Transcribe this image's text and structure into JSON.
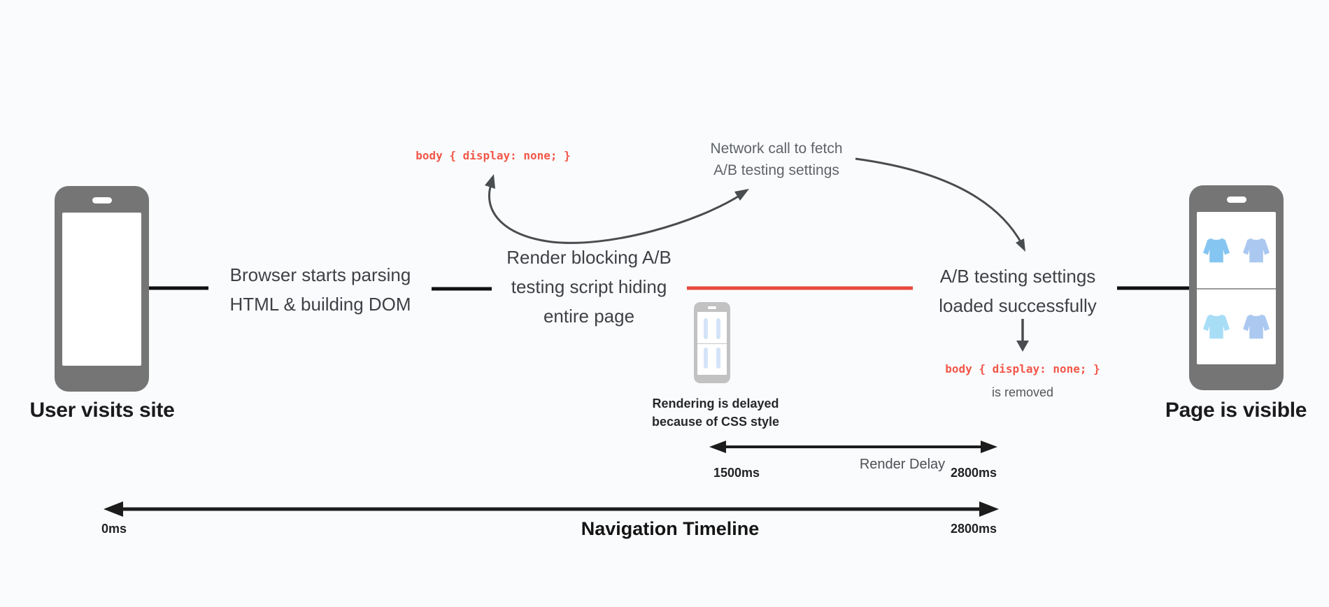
{
  "nodes": {
    "user": {
      "label": "User visits site"
    },
    "parse": {
      "lines": [
        "Browser starts parsing",
        "HTML & building DOM"
      ]
    },
    "block": {
      "lines": [
        "Render blocking A/B",
        "testing script hiding",
        "entire page"
      ]
    },
    "loaded": {
      "lines": [
        "A/B testing settings",
        "loaded successfully"
      ]
    },
    "visible": {
      "label": "Page is visible"
    }
  },
  "annotations": {
    "css_rule": "body { display: none; }",
    "network_call": {
      "lines": [
        "Network call to fetch",
        "A/B testing settings"
      ]
    },
    "css_rule_removed": "body { display: none; }",
    "removed_suffix": "is removed",
    "render_delayed": {
      "lines": [
        "Rendering is delayed",
        "because of CSS style"
      ]
    }
  },
  "timeline": {
    "render_delay": {
      "start": "1500ms",
      "label": "Render Delay",
      "end": "2800ms"
    },
    "navigation": {
      "start": "0ms",
      "label": "Navigation Timeline",
      "end": "2800ms"
    }
  },
  "icons": {
    "user_phone": "smartphone-icon",
    "delayed_phone": "faded-smartphone-icon",
    "visible_phone": "smartphone-with-products-icon",
    "products": "sweater-icon"
  },
  "colors": {
    "background": "#fafbfd",
    "phone_gray": "#757575",
    "accent_red": "#e8493c",
    "code_red": "#f25749",
    "text_dark": "#3e4145",
    "arrow_gray": "#4a4d50",
    "sweater_blue_1": "#85c5f1",
    "sweater_blue_2": "#abc8f0",
    "sweater_blue_3": "#a8ddf6"
  }
}
